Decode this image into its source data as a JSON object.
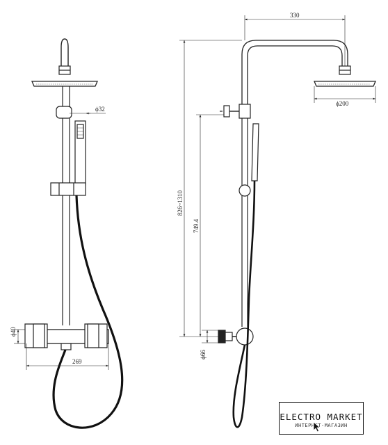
{
  "dimensions": {
    "shower_head_arm": "330",
    "shower_head_diameter": "ϕ200",
    "rail_diameter": "ϕ32",
    "total_height": "826~1310",
    "rail_height": "749.4",
    "mixer_diameter_front": "ϕ40",
    "mixer_width": "269",
    "mixer_diameter_side": "ϕ66"
  },
  "logo": {
    "name": "ELECTRO MARKET",
    "tagline": "ИНТЕРНЕТ-МАГАЗИН"
  }
}
